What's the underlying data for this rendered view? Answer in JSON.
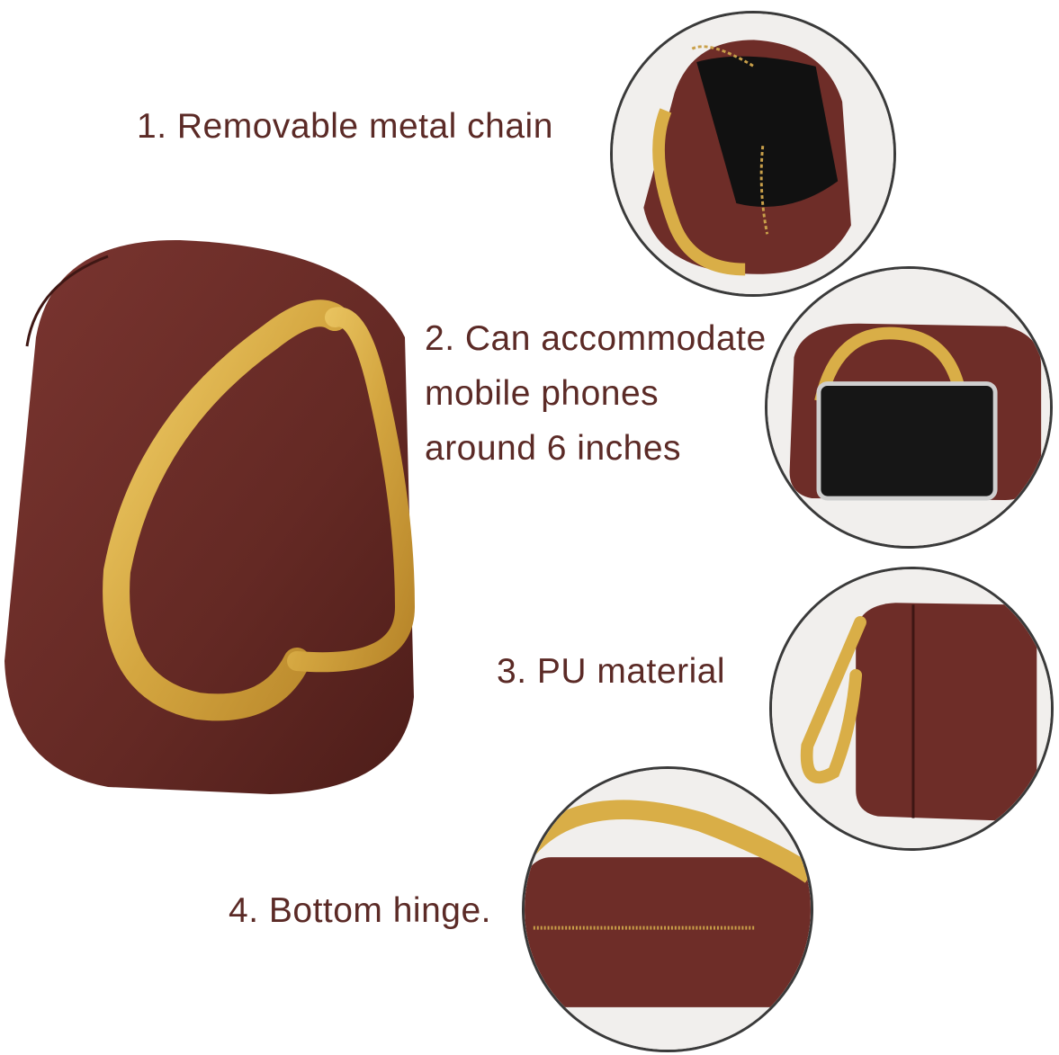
{
  "features": [
    {
      "id": "chain",
      "lines": [
        "1. Removable metal chain"
      ]
    },
    {
      "id": "phone",
      "lines": [
        "2. Can accommodate",
        "mobile phones",
        "around 6 inches"
      ]
    },
    {
      "id": "material",
      "lines": [
        "3. PU material"
      ]
    },
    {
      "id": "hinge",
      "lines": [
        "4. Bottom hinge."
      ]
    }
  ],
  "colors": {
    "text": "#5b2a26",
    "leather": "#6e2d28",
    "leather_dark": "#4e1c19",
    "gold": "#d9ae47",
    "circle_border": "#3a3a3a"
  }
}
